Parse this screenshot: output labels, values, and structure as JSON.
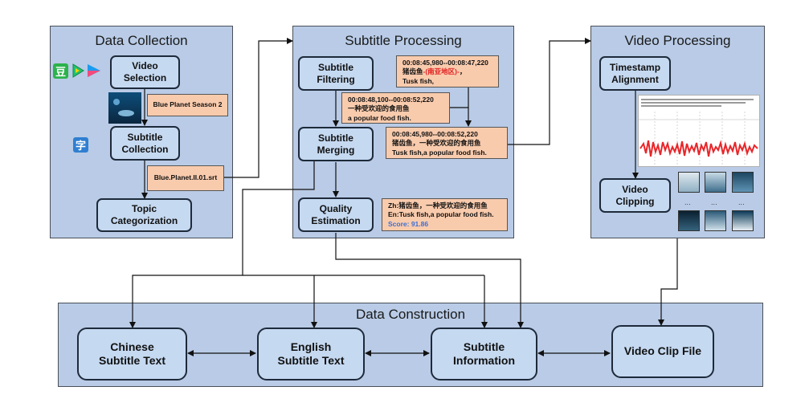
{
  "panels": {
    "data_collection": "Data Collection",
    "subtitle_processing": "Subtitle Processing",
    "video_processing": "Video Processing",
    "data_construction": "Data Construction"
  },
  "boxes": {
    "video_selection": "Video\nSelection",
    "subtitle_collection": "Subtitle\nCollection",
    "topic_categorization": "Topic\nCategorization",
    "subtitle_filtering": "Subtitle\nFiltering",
    "subtitle_merging": "Subtitle\nMerging",
    "quality_estimation": "Quality\nEstimation",
    "timestamp_alignment": "Timestamp\nAlignment",
    "video_clipping": "Video\nClipping",
    "chinese_subtitle_text": "Chinese\nSubtitle Text",
    "english_subtitle_text": "English\nSubtitle Text",
    "subtitle_information": "Subtitle\nInformation",
    "video_clip_file": "Video Clip File"
  },
  "notes": {
    "blue_planet": "Blue Planet Season 2",
    "srt_file": "Blue.Planet.II.01.srt",
    "filter_note": {
      "line1": "00:08:45,980--00:08:47,220",
      "line2_plain": "猪齿鱼",
      "line2_red": "-(南亚地区)-",
      "line2_tail": "，",
      "line3": "Tusk fish,"
    },
    "second_note": {
      "line1": "00:08:48,100--00:08:52,220",
      "line2": "一种受欢迎的食用鱼",
      "line3": "a popular food fish."
    },
    "merge_note": {
      "line1": "00:08:45,980--00:08:52,220",
      "line2": "猪齿鱼，一种受欢迎的食用鱼",
      "line3": "Tusk fish,a popular food fish."
    },
    "quality_note": {
      "line1": "Zh:猪齿鱼，一种受欢迎的食用鱼",
      "line2": "En:Tusk fish,a popular food fish.",
      "line3": "Score: 91.86"
    }
  },
  "icons": {
    "douban": "豆",
    "subtitle_zi": "字",
    "ellipsis": "..."
  },
  "colors": {
    "panel_fill": "#b9cbe6",
    "box_fill": "#c5d9f1",
    "note_fill": "#f9cbad",
    "red_text": "#e02020",
    "score_text": "#3b6fd6"
  }
}
